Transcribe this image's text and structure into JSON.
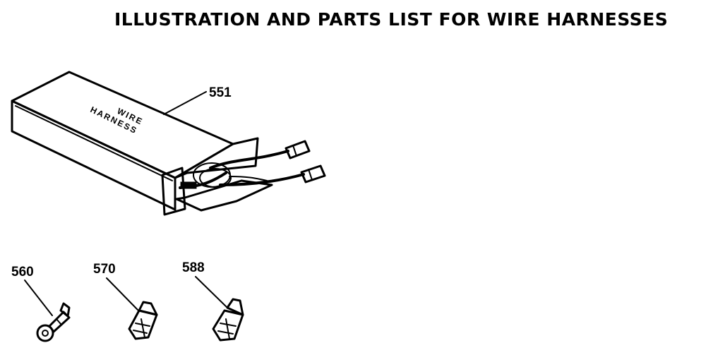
{
  "title": "ILLUSTRATION AND PARTS LIST FOR WIRE HARNESSES",
  "parts": [
    {
      "number": "551",
      "name": "wire-harness-box"
    },
    {
      "number": "560",
      "name": "ring-terminal"
    },
    {
      "number": "570",
      "name": "flag-terminal"
    },
    {
      "number": "588",
      "name": "spade-terminal"
    }
  ],
  "box_label": {
    "line1": "WIRE",
    "line2": "HARNESS"
  }
}
